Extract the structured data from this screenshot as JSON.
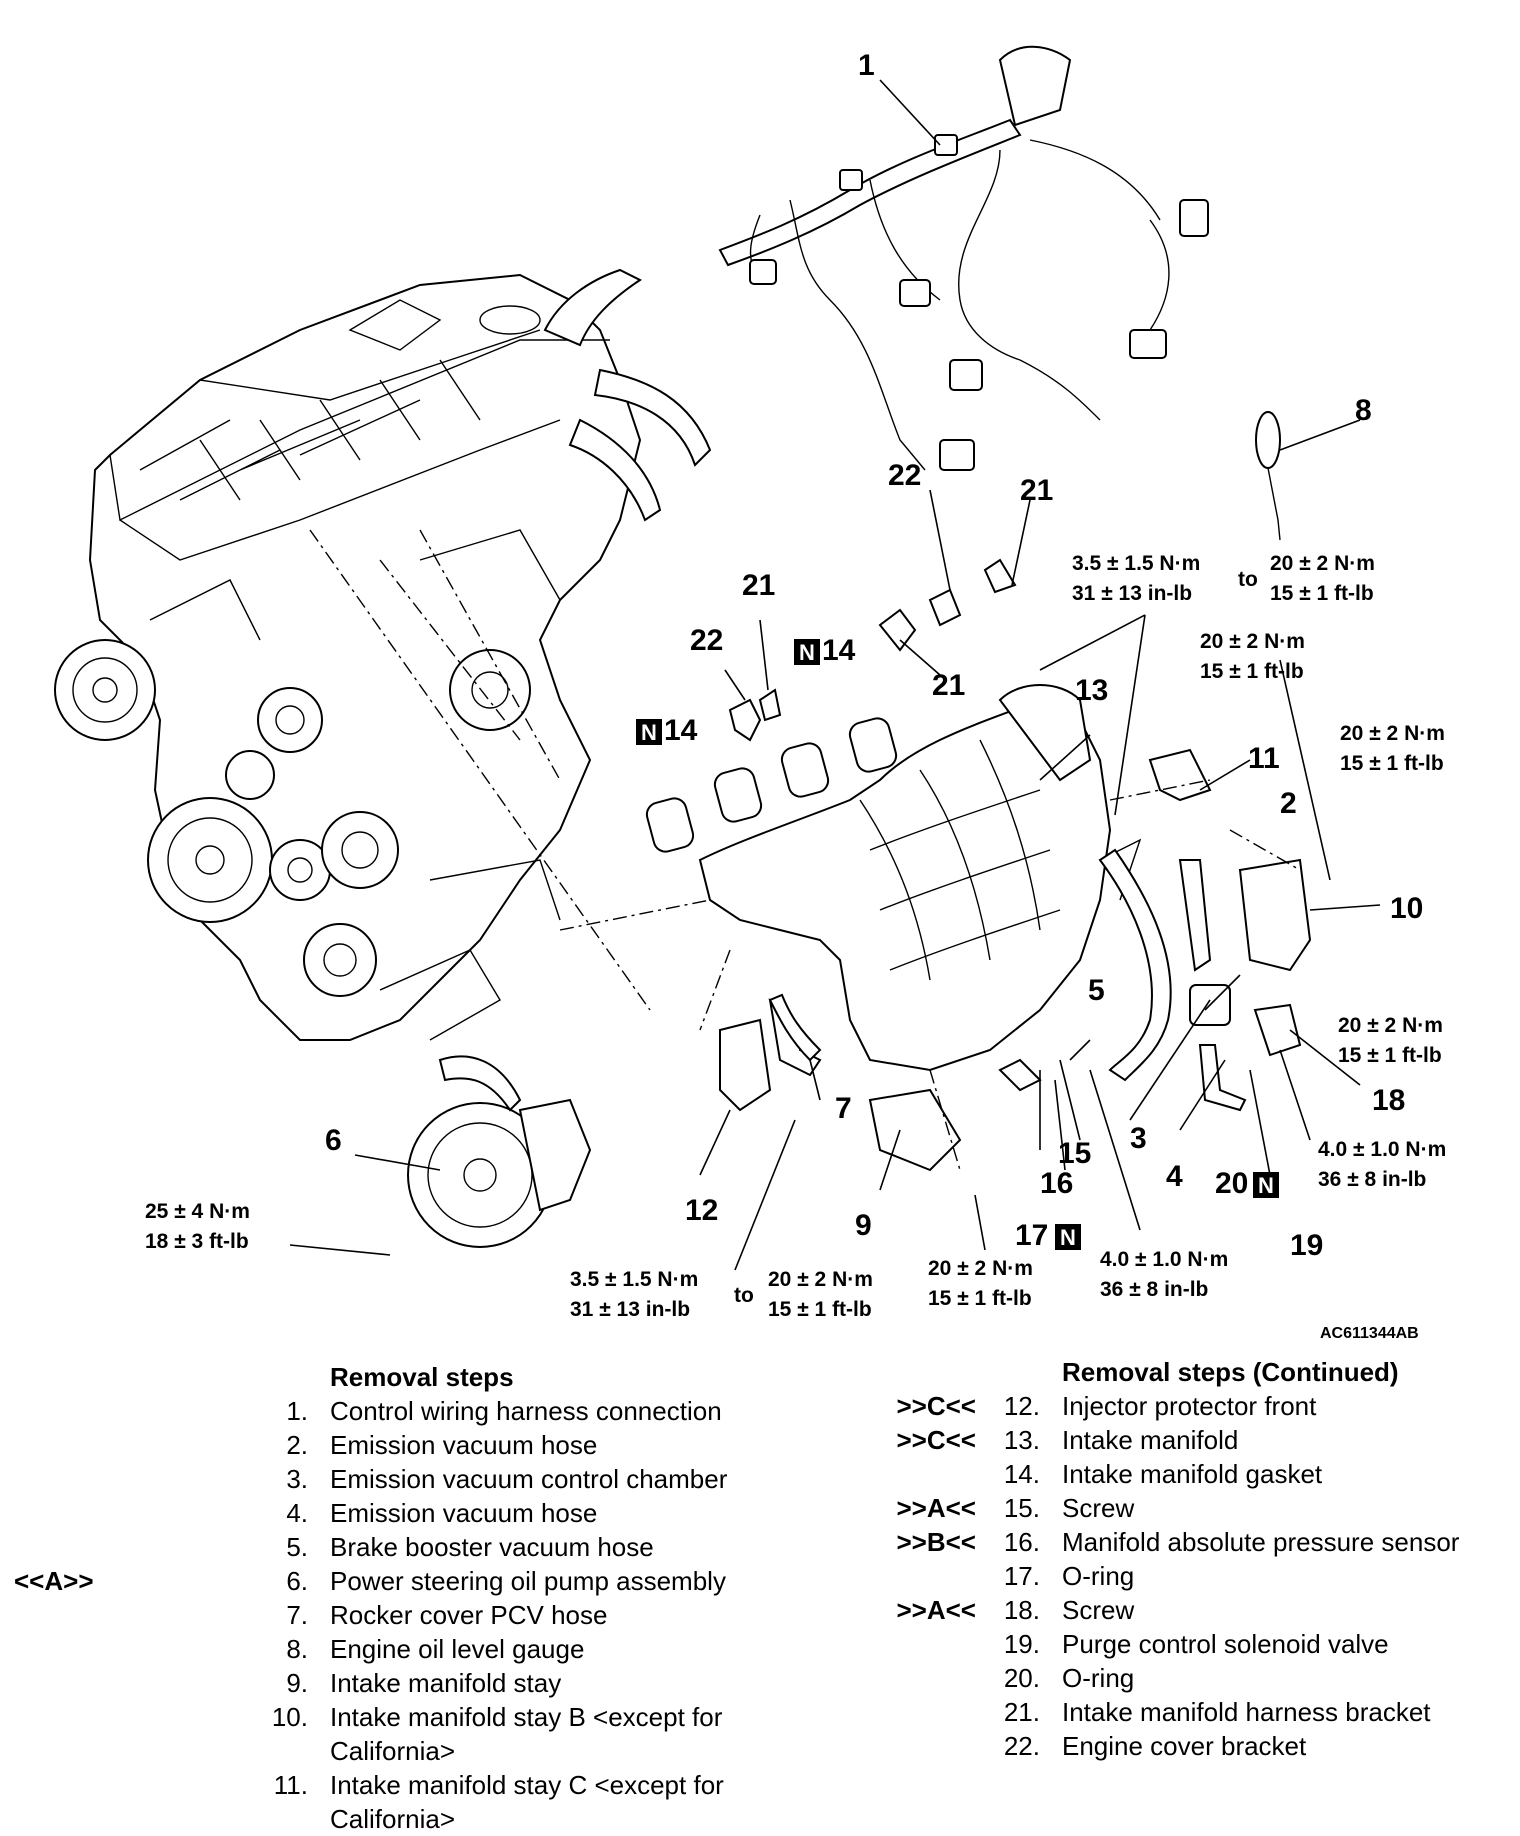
{
  "figure_id": "AC611344AB",
  "callouts": {
    "c1": "1",
    "c2": "2",
    "c3": "3",
    "c4": "4",
    "c5": "5",
    "c6": "6",
    "c7": "7",
    "c8": "8",
    "c9": "9",
    "c10": "10",
    "c11": "11",
    "c12": "12",
    "c13": "13",
    "c14a": "14",
    "c14b": "14",
    "c15": "15",
    "c16": "16",
    "c17": "17",
    "c18": "18",
    "c19": "19",
    "c20": "20",
    "c21a": "21",
    "c21b": "21",
    "c21c": "21",
    "c22a": "22",
    "c22b": "22"
  },
  "n_badge": "N",
  "torque": {
    "t_top_left_1": "3.5 ± 1.5 N·m",
    "t_top_left_2": "31 ± 13 in-lb",
    "t_top_to": "to",
    "t_top_right_1": "20 ± 2 N·m",
    "t_top_right_2": "15 ± 1 ft-lb",
    "t_11_1": "20 ± 2 N·m",
    "t_11_2": "15 ± 1 ft-lb",
    "t_10_1": "20 ± 2 N·m",
    "t_10_2": "15 ± 1 ft-lb",
    "t_10b_1": "20 ± 2 N·m",
    "t_10b_2": "15 ± 1 ft-lb",
    "t_18_1": "4.0 ± 1.0 N·m",
    "t_18_2": "36 ± 8 in-lb",
    "t_15_1": "4.0 ± 1.0 N·m",
    "t_15_2": "36 ± 8 in-lb",
    "t_9_1": "20 ± 2 N·m",
    "t_9_2": "15 ± 1 ft-lb",
    "t_12_l1": "3.5 ± 1.5 N·m",
    "t_12_l2": "31 ± 13 in-lb",
    "t_12_to": "to",
    "t_12_r1": "20 ± 2 N·m",
    "t_12_r2": "15 ± 1 ft-lb",
    "t_6_1": "25 ± 4 N·m",
    "t_6_2": "18 ± 3 ft-lb"
  },
  "removal_left": {
    "header": "Removal steps",
    "items": [
      {
        "mark": "",
        "num": "1.",
        "text": "Control wiring harness connection"
      },
      {
        "mark": "",
        "num": "2.",
        "text": "Emission vacuum hose"
      },
      {
        "mark": "",
        "num": "3.",
        "text": "Emission vacuum control chamber"
      },
      {
        "mark": "",
        "num": "4.",
        "text": "Emission vacuum hose"
      },
      {
        "mark": "",
        "num": "5.",
        "text": "Brake booster vacuum hose"
      },
      {
        "mark": "<<A>>",
        "num": "6.",
        "text": "Power steering oil pump assembly"
      },
      {
        "mark": "",
        "num": "7.",
        "text": "Rocker cover PCV hose"
      },
      {
        "mark": "",
        "num": "8.",
        "text": "Engine oil level gauge"
      },
      {
        "mark": "",
        "num": "9.",
        "text": "Intake manifold stay"
      },
      {
        "mark": "",
        "num": "10.",
        "text": "Intake manifold stay B <except for California>"
      },
      {
        "mark": "",
        "num": "11.",
        "text": "Intake manifold stay C <except for California>"
      }
    ]
  },
  "removal_right": {
    "header": "Removal steps (Continued)",
    "items": [
      {
        "mark": ">>C<<",
        "num": "12.",
        "text": "Injector protector front"
      },
      {
        "mark": ">>C<<",
        "num": "13.",
        "text": "Intake manifold"
      },
      {
        "mark": "",
        "num": "14.",
        "text": "Intake manifold gasket"
      },
      {
        "mark": ">>A<<",
        "num": "15.",
        "text": "Screw"
      },
      {
        "mark": ">>B<<",
        "num": "16.",
        "text": "Manifold absolute pressure sensor"
      },
      {
        "mark": "",
        "num": "17.",
        "text": "O-ring"
      },
      {
        "mark": ">>A<<",
        "num": "18.",
        "text": "Screw"
      },
      {
        "mark": "",
        "num": "19.",
        "text": "Purge control solenoid valve"
      },
      {
        "mark": "",
        "num": "20.",
        "text": "O-ring"
      },
      {
        "mark": "",
        "num": "21.",
        "text": "Intake manifold harness bracket"
      },
      {
        "mark": "",
        "num": "22.",
        "text": "Engine cover bracket"
      }
    ]
  }
}
